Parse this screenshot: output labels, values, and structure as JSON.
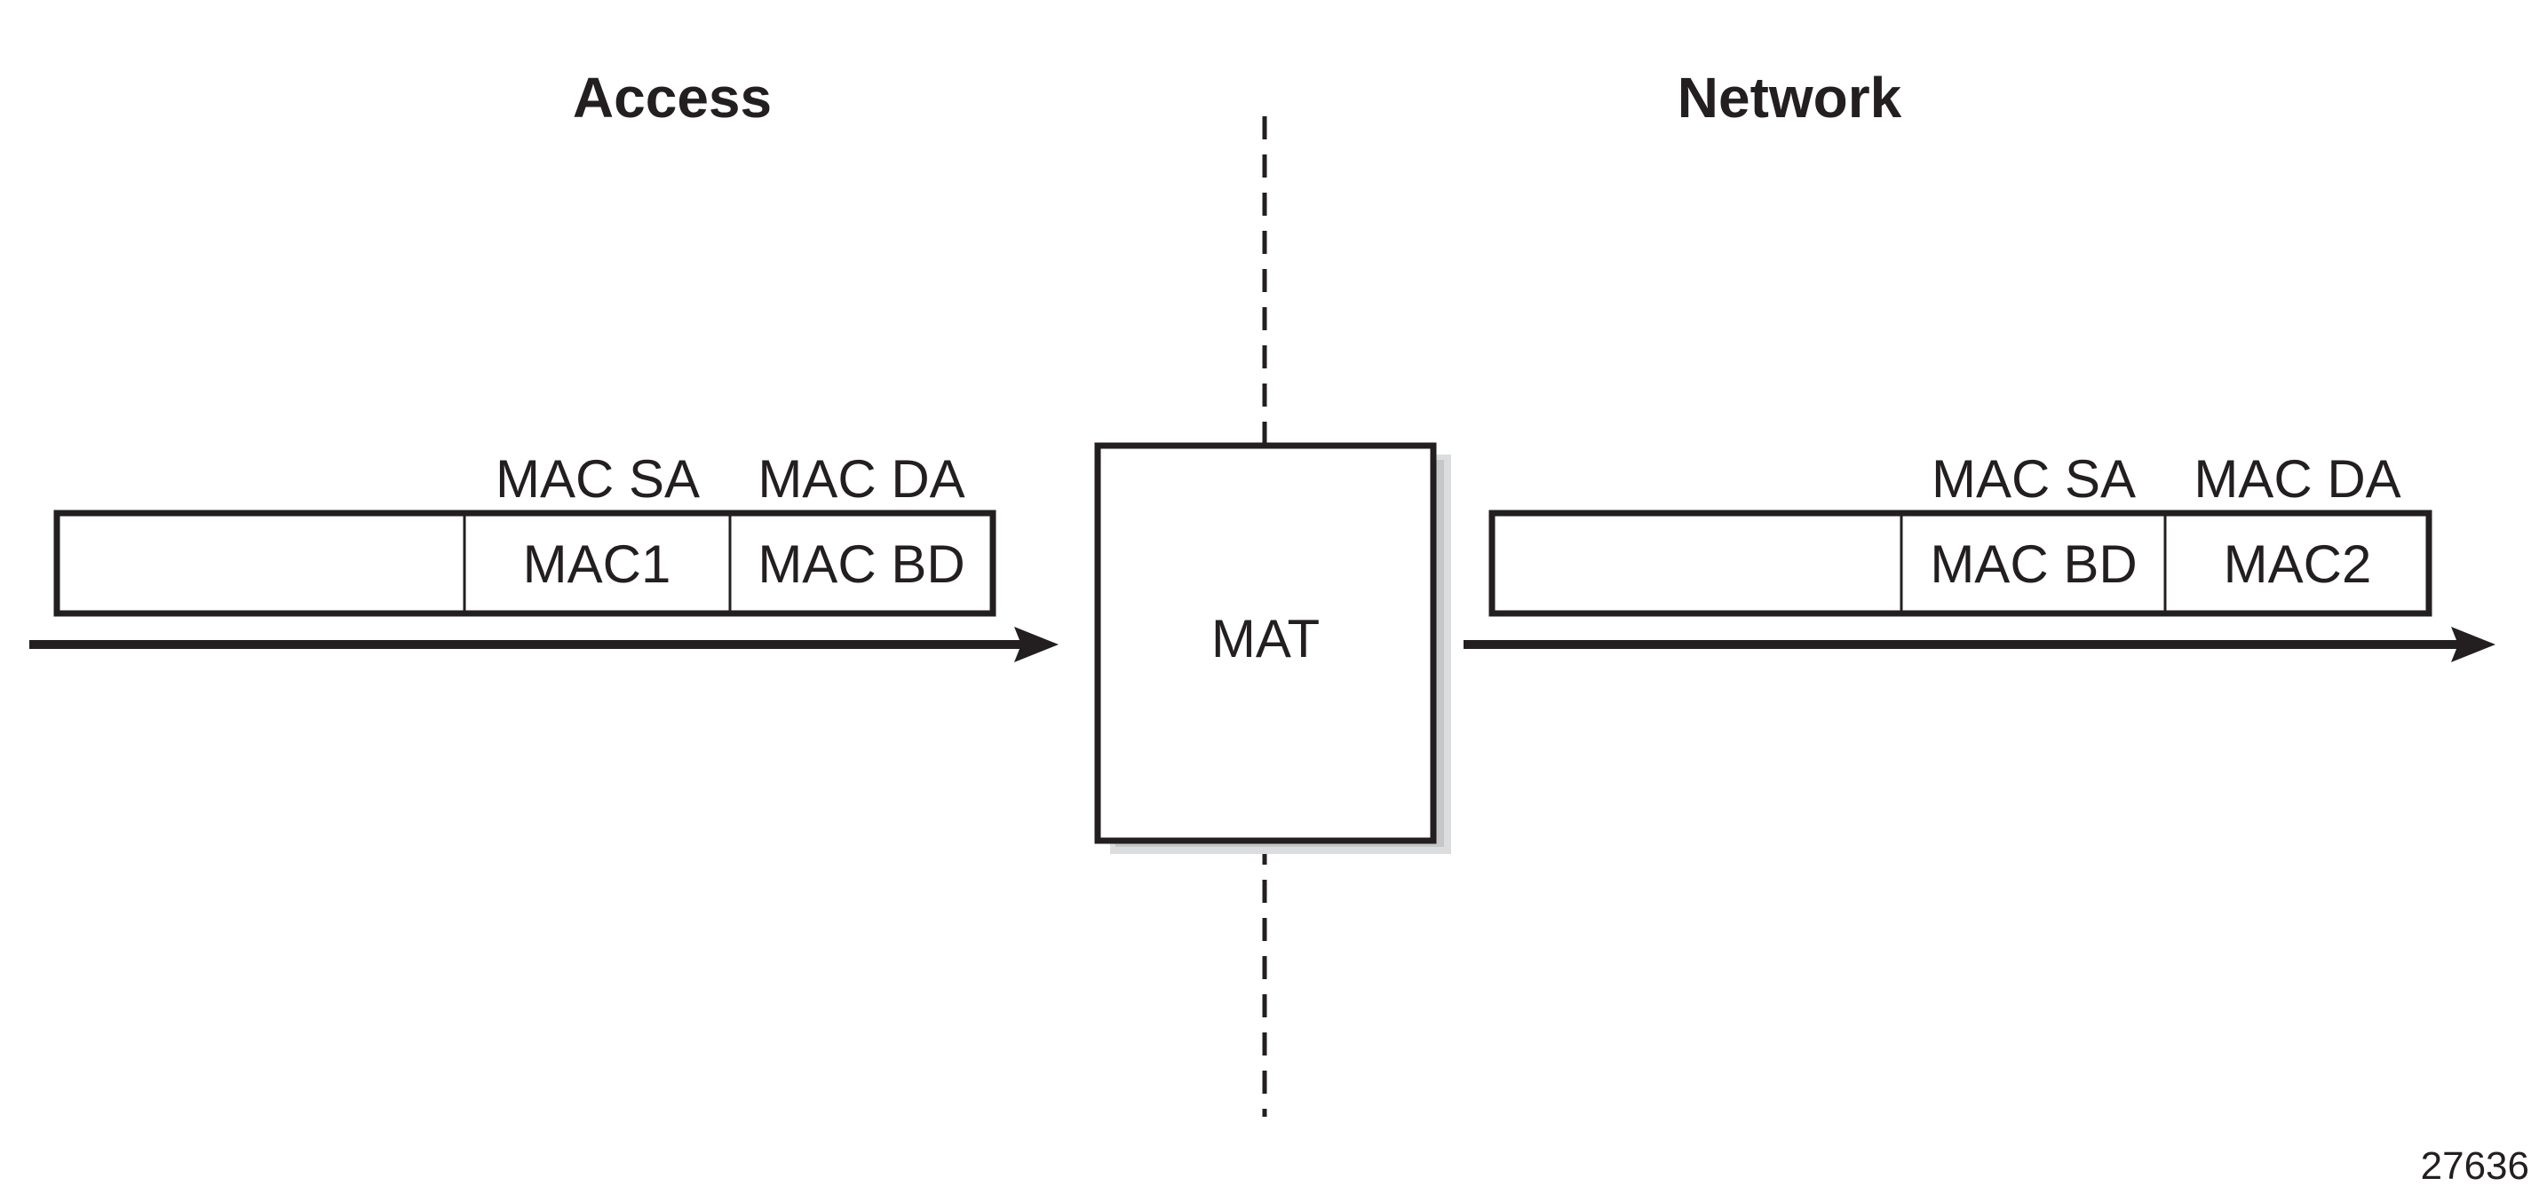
{
  "diagram": {
    "sections": {
      "access_title": "Access",
      "network_title": "Network"
    },
    "center_box": {
      "label": "MAT"
    },
    "access_frame": {
      "header_labels": [
        "MAC SA",
        "MAC DA"
      ],
      "fields": [
        "",
        "MAC1",
        "MAC BD"
      ]
    },
    "network_frame": {
      "header_labels": [
        "MAC SA",
        "MAC DA"
      ],
      "fields": [
        "",
        "MAC BD",
        "MAC2"
      ]
    },
    "figure_id": "27636",
    "colors": {
      "stroke": "#231f20",
      "shadow_dark": "#c6c7c9",
      "shadow_light": "#dcdddf"
    }
  }
}
